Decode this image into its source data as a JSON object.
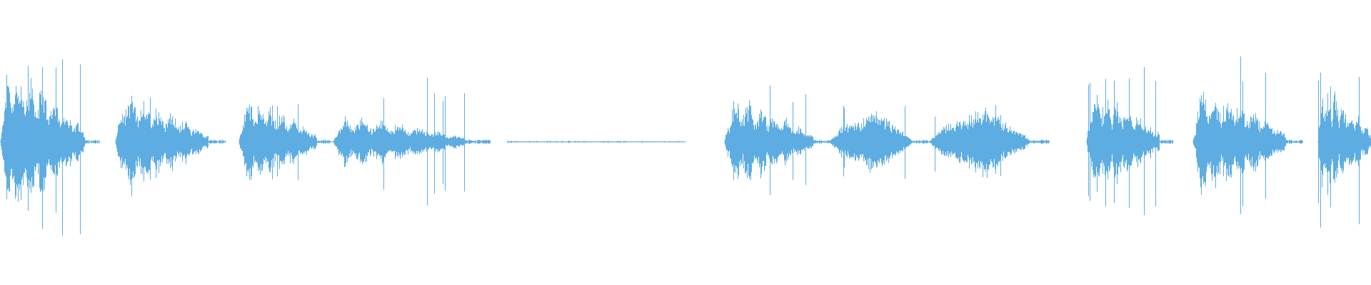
{
  "waveform": {
    "color": "#5DADE2",
    "background": "#FFFFFF",
    "segments": [
      {
        "start": 0.0,
        "end": 0.062,
        "amp": 0.62,
        "peak": 0.78,
        "shape": "burst"
      },
      {
        "start": 0.084,
        "end": 0.152,
        "amp": 0.4,
        "peak": 0.46,
        "shape": "burst"
      },
      {
        "start": 0.174,
        "end": 0.231,
        "amp": 0.36,
        "peak": 0.42,
        "shape": "burst"
      },
      {
        "start": 0.242,
        "end": 0.34,
        "amp": 0.22,
        "peak": 0.52,
        "shape": "burst"
      },
      {
        "start": 0.37,
        "end": 0.5,
        "amp": 0.01,
        "peak": 0.02,
        "shape": "noise"
      },
      {
        "start": 0.528,
        "end": 0.593,
        "amp": 0.36,
        "peak": 0.44,
        "shape": "burst"
      },
      {
        "start": 0.604,
        "end": 0.666,
        "amp": 0.28,
        "peak": 0.31,
        "shape": "smooth"
      },
      {
        "start": 0.677,
        "end": 0.752,
        "amp": 0.3,
        "peak": 0.34,
        "shape": "smooth"
      },
      {
        "start": 0.792,
        "end": 0.846,
        "amp": 0.44,
        "peak": 0.66,
        "shape": "burst"
      },
      {
        "start": 0.87,
        "end": 0.938,
        "amp": 0.46,
        "peak": 0.7,
        "shape": "burst"
      },
      {
        "start": 0.961,
        "end": 1.0,
        "amp": 0.46,
        "peak": 0.68,
        "shape": "burst"
      }
    ]
  }
}
